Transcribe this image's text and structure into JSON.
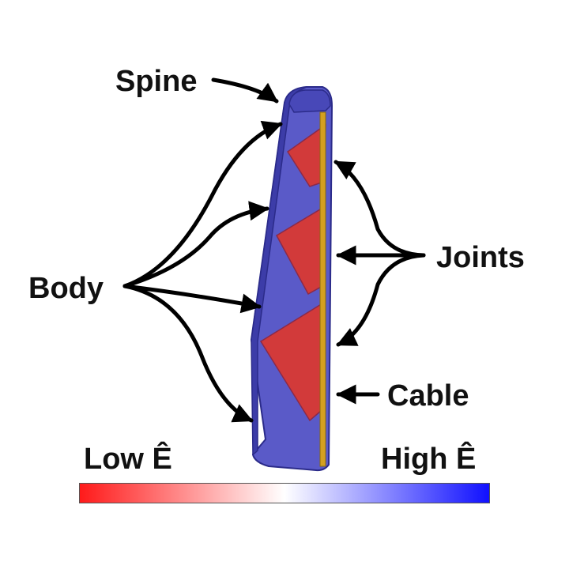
{
  "labels": {
    "spine": "Spine",
    "body": "Body",
    "joints": "Joints",
    "cable": "Cable",
    "low_e": "Low Ê",
    "high_e": "High Ê"
  },
  "colors": {
    "body": "#5a5ac8",
    "body_edge": "#2b2b8a",
    "joint": "#d23a3a",
    "cable": "#d4a020",
    "colorbar_low": "#ff1a1a",
    "colorbar_mid": "#ffffff",
    "colorbar_high": "#1010ff",
    "arrow": "#000000"
  }
}
